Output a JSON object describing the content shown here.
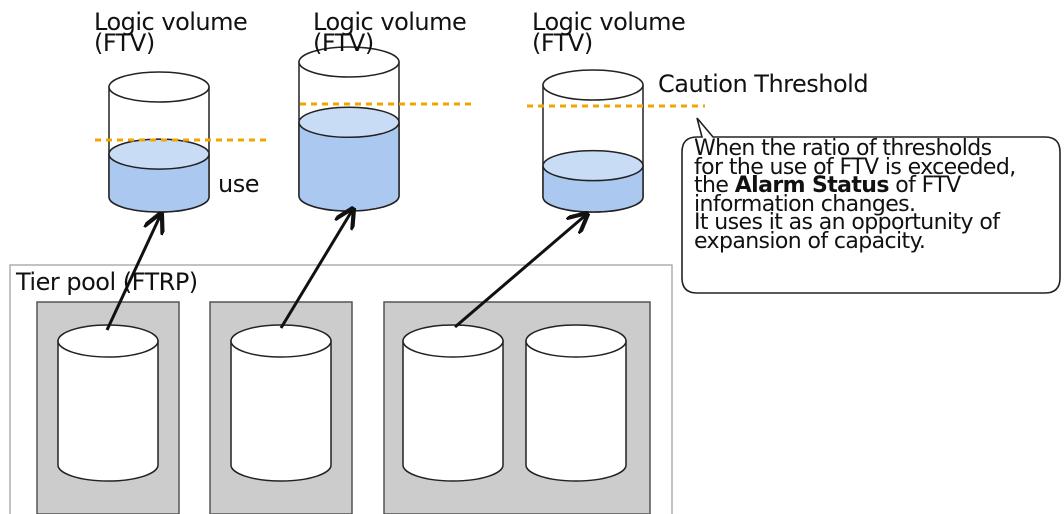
{
  "volumes": [
    {
      "title_line1": "Logic volume",
      "title_line2": "(FTV)",
      "usage": 0.39
    },
    {
      "title_line1": "Logic volume",
      "title_line2": "(FTV)",
      "usage": 0.55
    },
    {
      "title_line1": "Logic volume",
      "title_line2": "(FTV)",
      "usage": 0.28
    }
  ],
  "use_label": "use",
  "threshold_label": "Caution Threshold",
  "pool_label": "Tier pool (FTRP)",
  "callout": {
    "line1": "When the ratio of thresholds",
    "line2": "for the use of FTV is exceeded,",
    "line3_pre": "the ",
    "line3_bold": "Alarm Status",
    "line3_post": " of FTV",
    "line4": "information changes.",
    "line5": "It uses it  as an opportunity of",
    "line6": "expansion of capacity."
  },
  "colors": {
    "fill_blue": "#abc8f0",
    "fill_top": "#c9dcf6",
    "threshold_orange": "#f0a500",
    "pool_gray": "#cccccc",
    "stroke": "#222222"
  }
}
